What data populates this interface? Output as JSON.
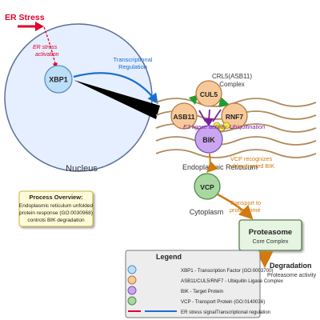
{
  "er_stress": {
    "label": "ER Stress",
    "activation_label": [
      "ER stress",
      "activation"
    ],
    "color": "#e0002a"
  },
  "nucleus": {
    "label": "Nucleus",
    "fill": "#e6efff",
    "stroke": "#5b6f9a"
  },
  "xbp1": {
    "label": "XBP1"
  },
  "transcriptional_regulation": {
    "label": [
      "Transcriptional",
      "Regulation"
    ],
    "color": "#1a6fd0"
  },
  "complex": {
    "label": [
      "CRL5(ASB11)",
      "Complex"
    ],
    "cul5": "CUL5",
    "asb11": "ASB11",
    "rnf7": "RNF7",
    "ligase_activity": "E3 ligase activity",
    "ubiquitination": "Ubiquitination",
    "activity_color": "#7a1fa0"
  },
  "bik": {
    "label": "BIK"
  },
  "er": {
    "label": "Endoplasmic Reticulum",
    "membrane_color": "#b08a5c"
  },
  "vcp": {
    "label": "VCP",
    "recognizes": [
      "VCP recognizes",
      "ubiquitinated BIK"
    ],
    "transport": [
      "Transport to",
      "proteasome"
    ],
    "orange": "#d07a10"
  },
  "cytoplasm": {
    "label": "Cytoplasm"
  },
  "proteasome": {
    "title": "Proteasome",
    "subtitle": "Core Complex",
    "fill": "#e6f5e2",
    "stroke": "#5a7a4a"
  },
  "degradation": {
    "title": "Degradation",
    "subtitle": "Proteasome activity"
  },
  "process_overview": {
    "title": "Process Overview:",
    "lines": [
      "Endoplasmic reticulum unfolded",
      "protein response (GO:0030968)",
      "controls BIK degradation"
    ],
    "fill": "#fffbd8",
    "stroke": "#c9b23a"
  },
  "legend": {
    "title": "Legend",
    "items": [
      {
        "label": "XBP1 - Transcription Factor (GO:0003700)",
        "color": "#bcdff7"
      },
      {
        "label": "ASB11/CUL5/RNF7 - Ubiquitin Ligase Complex",
        "color": "#f7c99a"
      },
      {
        "label": "BIK - Target Protein",
        "color": "#c9a6ef"
      },
      {
        "label": "VCP - Transport Protein (GO:0140036)",
        "color": "#a8d8a0"
      }
    ],
    "line_items": [
      {
        "label": "ER stress signal",
        "color": "#e0002a"
      },
      {
        "label": "Transcriptional regulation",
        "color": "#1a6fd0"
      }
    ]
  },
  "colors": {
    "xbp1_fill": "#bcdff7",
    "xbp1_stroke": "#5a8fc0",
    "ligase_fill": "#f7c99a",
    "ligase_stroke": "#b07c40",
    "bik_fill": "#c9a6ef",
    "bik_stroke": "#7a56b0",
    "vcp_fill": "#a8d8a0",
    "vcp_stroke": "#4f8a4a",
    "ub_fill": "#f5ef3a",
    "green_arrow": "#1f9d2f"
  }
}
